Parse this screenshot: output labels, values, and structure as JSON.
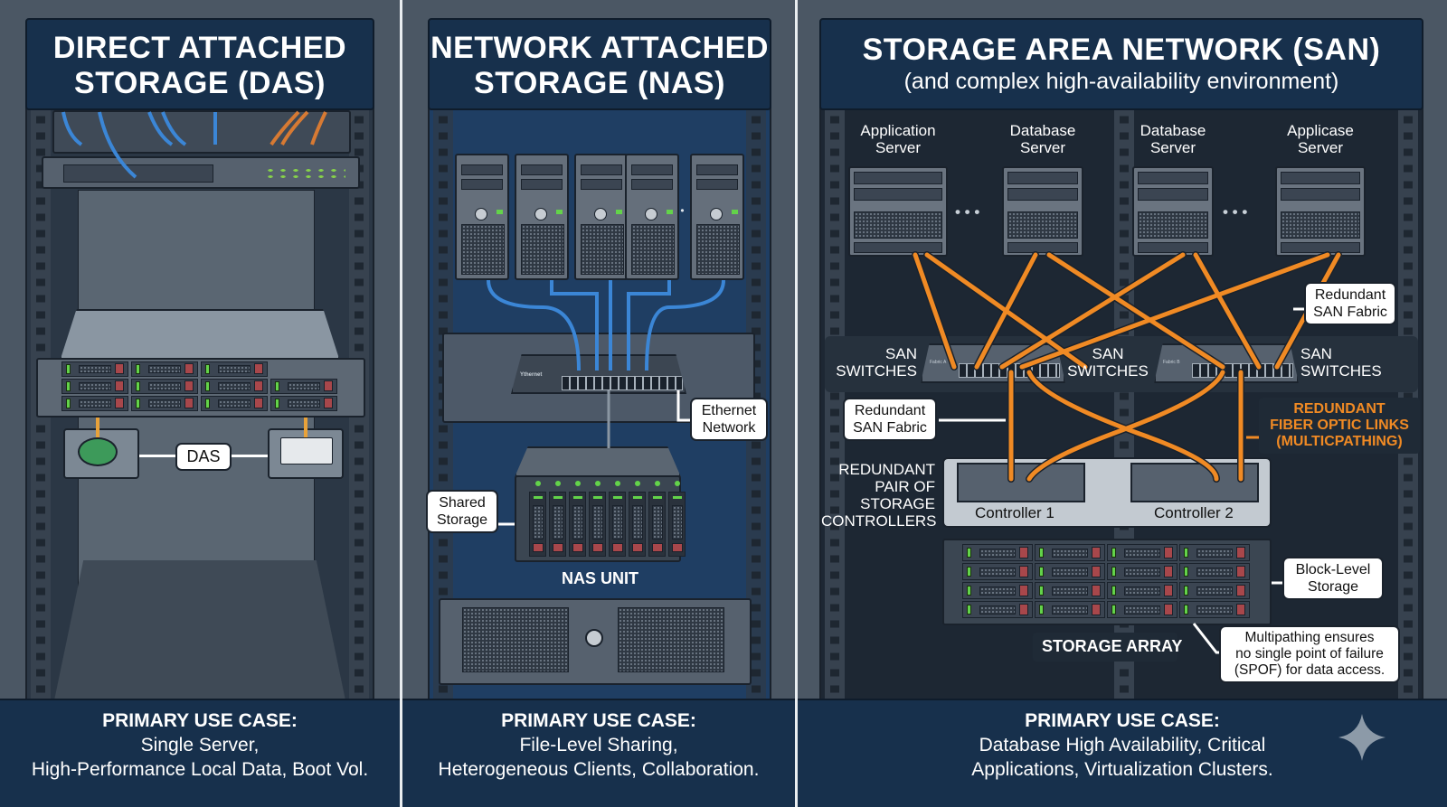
{
  "panels": [
    {
      "id": "das",
      "title_line1": "DIRECT ATTACHED",
      "title_line2": "STORAGE (DAS)",
      "labels": {
        "das": "DAS"
      },
      "footer": {
        "heading": "PRIMARY USE CASE:",
        "line1": "Single Server,",
        "line2": "High-Performance Local Data, Boot Vol."
      }
    },
    {
      "id": "nas",
      "title_line1": "NETWORK ATTACHED",
      "title_line2": "STORAGE (NAS)",
      "labels": {
        "switch_brand": "Ythernet",
        "ethernet_network_1": "Ethernet",
        "ethernet_network_2": "Network",
        "shared_storage_1": "Shared",
        "shared_storage_2": "Storage",
        "nas_unit": "NAS UNIT",
        "ellipsis": "•••"
      },
      "footer": {
        "heading": "PRIMARY USE CASE:",
        "line1": "File-Level Sharing,",
        "line2": "Heterogeneous Clients, Collaboration."
      }
    },
    {
      "id": "san",
      "title": "STORAGE AREA NETWORK (SAN)",
      "subtitle": "(and complex high-availability environment)",
      "servers": [
        {
          "line1": "Application",
          "line2": "Server"
        },
        {
          "line1": "Database",
          "line2": "Server"
        },
        {
          "line1": "Database",
          "line2": "Server"
        },
        {
          "line1": "Applicase",
          "line2": "Server"
        }
      ],
      "labels": {
        "san_switches_1": "SAN",
        "san_switches_2": "SWITCHES",
        "fabric_a": "Fabric A",
        "fabric_b": "Fabric B",
        "redundant_fabric_1": "Redundant",
        "redundant_fabric_2": "SAN Fabric",
        "fiber_1": "REDUNDANT",
        "fiber_2": "FIBER OPTIC LINKS",
        "fiber_3": "(MULTICPATHING)",
        "controllers_1": "REDUNDANT",
        "controllers_2": "PAIR OF",
        "controllers_3": "STORAGE",
        "controllers_4": "CONTROLLERS",
        "controller1": "Controller 1",
        "controller2": "Controller 2",
        "block_level_1": "Block-Level",
        "block_level_2": "Storage",
        "storage_array": "STORAGE ARRAY",
        "spof_1": "Multipathing ensures",
        "spof_2": "no single point of failure",
        "spof_3": "(SPOF) for data access.",
        "ellipsis": "• • •"
      },
      "footer": {
        "heading": "PRIMARY USE CASE:",
        "line1": "Database High Availability, Critical",
        "line2": "Applications, Virtualization Clusters."
      }
    }
  ],
  "colors": {
    "title_bg": "#17304c",
    "fiber_orange": "#f08a24",
    "ethernet_blue": "#3b86d6",
    "led_green": "#63d34a",
    "drive_red": "#a8474b"
  },
  "icons": [
    "sparkle-icon"
  ]
}
